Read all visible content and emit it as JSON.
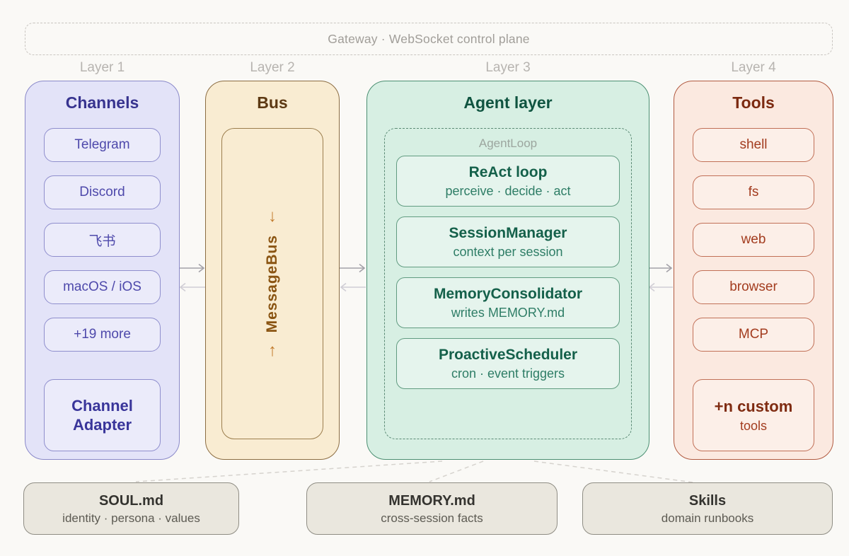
{
  "gateway": {
    "label": "Gateway · WebSocket control plane"
  },
  "layer_labels": [
    "Layer 1",
    "Layer 2",
    "Layer 3",
    "Layer 4"
  ],
  "channels": {
    "title": "Channels",
    "items": [
      "Telegram",
      "Discord",
      "飞书",
      "macOS / iOS",
      "+19 more"
    ],
    "adapter": "Channel Adapter"
  },
  "bus": {
    "title": "Bus",
    "component": "MessageBus",
    "down_arrow": "↓",
    "up_arrow": "↑"
  },
  "agent": {
    "title": "Agent layer",
    "loop_label": "AgentLoop",
    "modules": [
      {
        "name": "ReAct loop",
        "detail": "perceive · decide · act"
      },
      {
        "name": "SessionManager",
        "detail": "context per session"
      },
      {
        "name": "MemoryConsolidator",
        "detail": "writes MEMORY.md"
      },
      {
        "name": "ProactiveScheduler",
        "detail": "cron · event triggers"
      }
    ]
  },
  "tools": {
    "title": "Tools",
    "items": [
      "shell",
      "fs",
      "web",
      "browser",
      "MCP"
    ],
    "custom": {
      "name": "+n custom",
      "detail": "tools"
    }
  },
  "artifacts": [
    {
      "name": "SOUL.md",
      "detail": "identity · persona · values"
    },
    {
      "name": "MEMORY.md",
      "detail": "cross-session facts"
    },
    {
      "name": "Skills",
      "detail": "domain runbooks"
    }
  ],
  "colors": {
    "background": "#faf9f6",
    "channels_fill": "#e3e3f8",
    "channels_border": "#8a89c9",
    "channels_text": "#37338f",
    "bus_fill": "#f9ecd2",
    "bus_border": "#8c6d42",
    "bus_text": "#5d3913",
    "bus_component_text": "#8a5412",
    "bus_flow_arrow": "#c27b2d",
    "agent_fill": "#d7efe3",
    "agent_border": "#4b8f72",
    "agent_text": "#0f5440",
    "agent_detail_text": "#2e7d66",
    "tools_fill": "#fbe9e0",
    "tools_border": "#b15a40",
    "tools_text": "#7c2a11",
    "tools_item_text": "#a33c1f",
    "artifact_fill": "#eae7de",
    "artifact_border": "#8f8d84",
    "muted_label": "#b7b4b0",
    "gateway_text": "#a19e99",
    "arrow_dark": "#a3a1a8",
    "arrow_light": "#d0ced5",
    "connector": "#d6d3ce"
  }
}
